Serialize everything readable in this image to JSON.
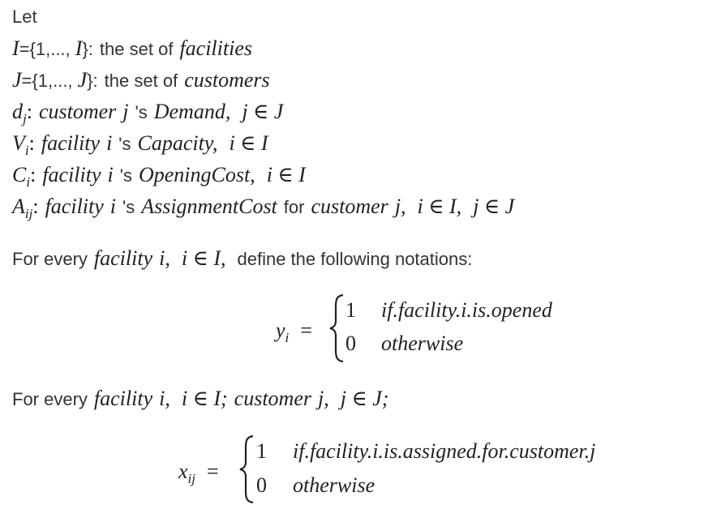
{
  "intro": "Let",
  "defs": {
    "I_set": {
      "sym": "I",
      "eq": "={1,..., ",
      "sym2": "I",
      "close": "}:",
      "text": "the set of",
      "term": "facilities"
    },
    "J_set": {
      "sym": "J",
      "eq": "={1,..., ",
      "sym2": "J",
      "close": "}:",
      "text": "the set of",
      "term": "customers"
    },
    "demand": {
      "sym": "d",
      "sub": "j",
      "colon": ":",
      "owner": "customer",
      "idx": "j",
      "poss": "'s",
      "term": "Demand,",
      "cond": "j ∈ J"
    },
    "capacity": {
      "sym": "V",
      "sub": "i",
      "colon": ":",
      "owner": "facility",
      "idx": "i",
      "poss": "'s",
      "term": "Capacity,",
      "cond": "i ∈ I"
    },
    "opening": {
      "sym": "C",
      "sub": "i",
      "colon": ":",
      "owner": "facility",
      "idx": "i",
      "poss": "'s",
      "term": "OpeningCost,",
      "cond": "i ∈ I"
    },
    "assign": {
      "sym": "A",
      "sub": "ij",
      "colon": ":",
      "owner": "facility",
      "idx": "i",
      "poss": "'s",
      "term": "AssignmentCost",
      "for": "for",
      "owner2": "customer",
      "idx2": "j,",
      "cond": "i ∈ I,",
      "cond2": "j ∈ J"
    }
  },
  "notation_intro": {
    "prefix": "For every",
    "owner": "facility",
    "idx": "i,",
    "cond": "i ∈ I,",
    "suffix": "define the following notations",
    "colon": ":"
  },
  "y_def": {
    "lhs": "y",
    "sub": "i",
    "eq": "=",
    "case1_val": "1",
    "case1_cond": "if.facility.i.is.opened",
    "case2_val": "0",
    "case2_cond": "otherwise"
  },
  "x_intro": {
    "prefix": "For every",
    "owner": "facility",
    "idx": "i,",
    "cond": "i ∈ I;",
    "owner2": "customer",
    "idx2": "j,",
    "cond2": "j ∈ J;"
  },
  "x_def": {
    "lhs": "x",
    "sub": "ij",
    "eq": "=",
    "case1_val": "1",
    "case1_cond": "if.facility.i.is.assigned.for.customer.j",
    "case2_val": "0",
    "case2_cond": "otherwise"
  }
}
